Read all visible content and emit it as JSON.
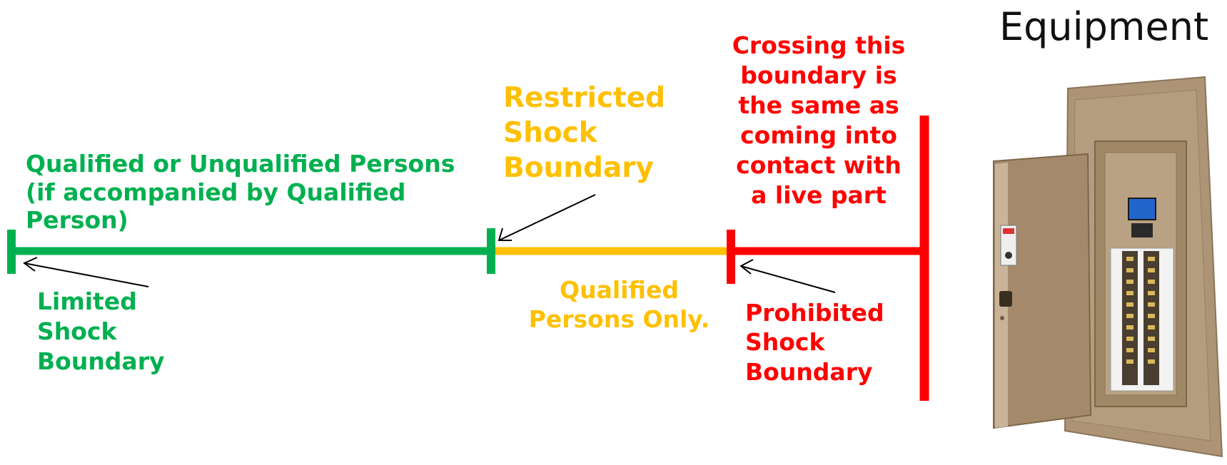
{
  "title": "Equipment",
  "labels": {
    "qualified_or_unqualified": "Qualified or Unqualified Persons\n(if accompanied by Qualified\nPerson)",
    "limited_boundary": "Limited\nShock\nBoundary",
    "restricted_boundary": "Restricted\nShock\nBoundary",
    "qualified_only": "Qualified\nPersons Only.",
    "prohibited_boundary": "Prohibited\nShock\nBoundary",
    "crossing_note": "Crossing this\nboundary is\nthe same as\ncoming into\ncontact with\na live part"
  },
  "colors": {
    "limited": "#00b050",
    "restricted": "#ffc000",
    "prohibited": "#ff0000",
    "panel_body": "#ad9476",
    "panel_door": "#a48a6b",
    "display": "#2266cc"
  },
  "icons": {
    "equipment": "electrical-panel-image",
    "arrows": "pointer-arrow"
  }
}
